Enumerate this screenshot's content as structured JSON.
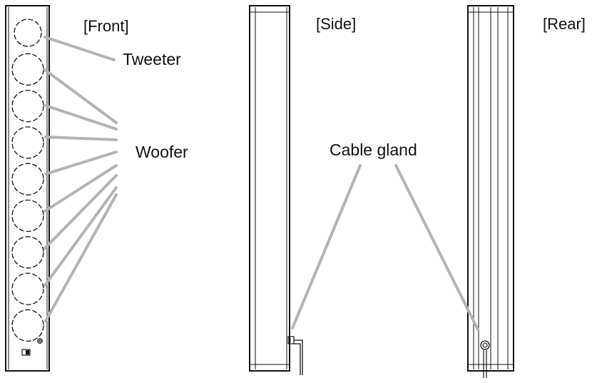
{
  "views": {
    "front": "[Front]",
    "side": "[Side]",
    "rear": "[Rear]"
  },
  "callouts": {
    "tweeter": "Tweeter",
    "woofer": "Woofer",
    "cable_gland": "Cable gland"
  },
  "front_view": {
    "tweeter_count": 1,
    "woofer_count": 8
  },
  "colors": {
    "outline": "#111111",
    "leader_line": "#b3b3b3",
    "background": "#ffffff"
  }
}
